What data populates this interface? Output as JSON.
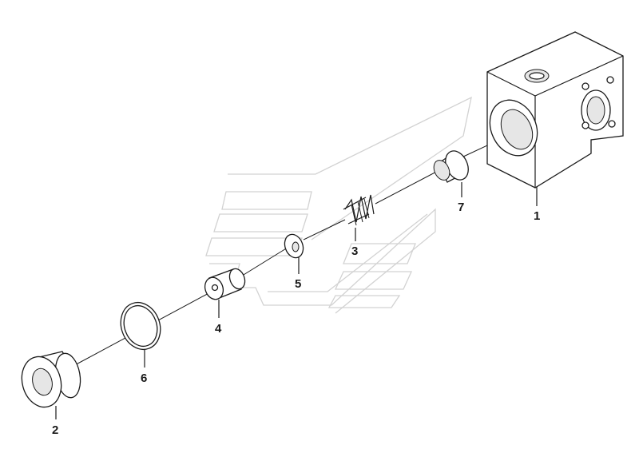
{
  "callouts": {
    "part_1": "1",
    "part_2": "2",
    "part_3": "3",
    "part_4": "4",
    "part_5": "5",
    "part_6": "6",
    "part_7": "7"
  },
  "colors": {
    "line": "#1a1a1a",
    "watermark": "#d2d2d2",
    "background": "#ffffff"
  }
}
